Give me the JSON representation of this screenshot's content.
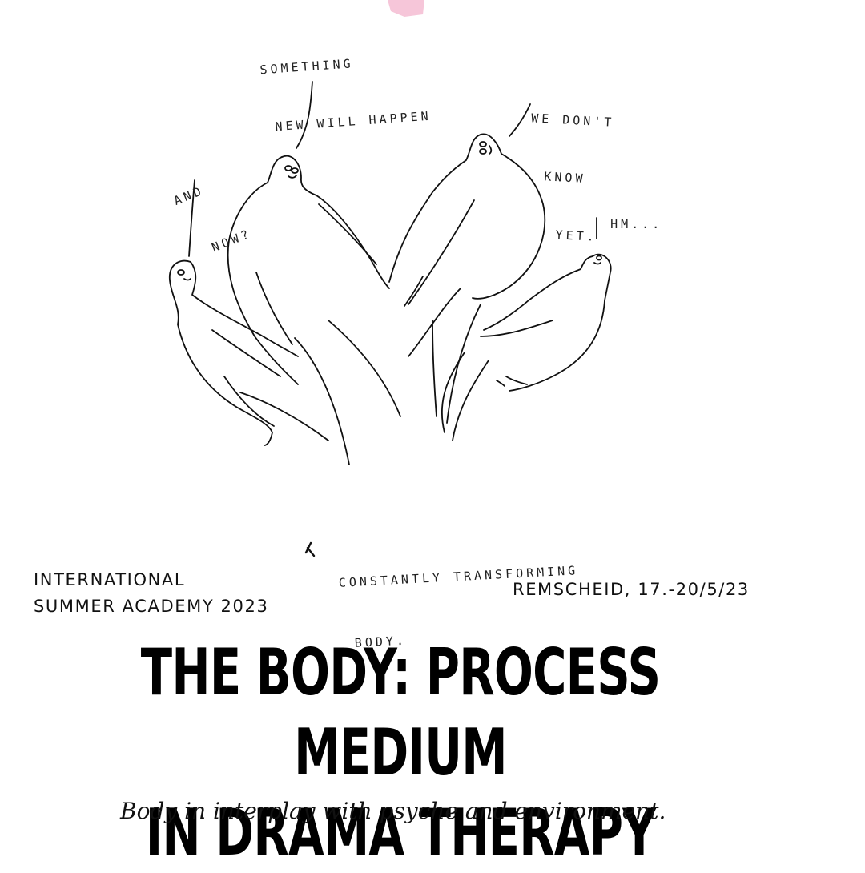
{
  "illustration": {
    "speech": {
      "something_new_line1": "SOMETHING",
      "something_new_line2": "NEW WILL HAPPEN",
      "and_now_line1": "AND",
      "and_now_line2": "NOW?",
      "dont_know_line1": "WE DON'T",
      "dont_know_line2": "KNOW",
      "dont_know_line3": "YET.",
      "hm": "HM...",
      "caption_line1": "CONSTANTLY TRANSFORMING",
      "caption_line2": "BODY."
    },
    "accent_color": "#f4b8cf"
  },
  "event": {
    "kicker_line1": "INTERNATIONAL",
    "kicker_line2": "SUMMER ACADEMY 2023",
    "location_date": "REMSCHEID, 17.-20/5/23",
    "title_line1": "THE BODY: PROCESS MEDIUM",
    "title_line2": "IN DRAMA THERAPY",
    "subtitle": "Body in interplay with psyche and environment."
  }
}
